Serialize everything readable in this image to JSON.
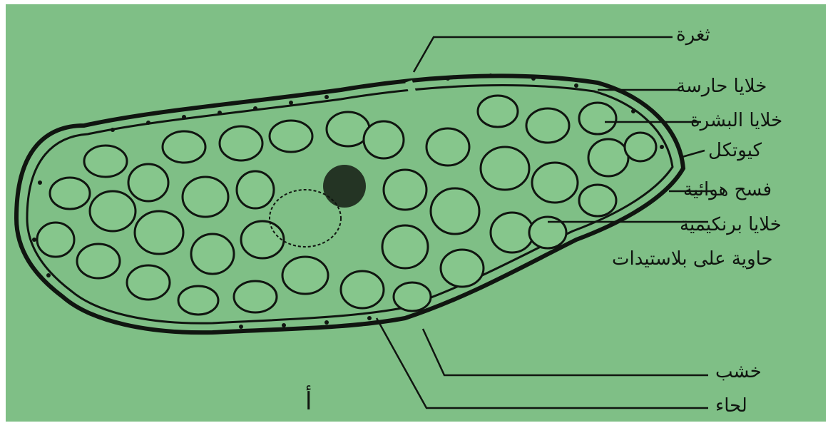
{
  "figure": {
    "letter": "أ",
    "labels": {
      "stoma": "ثغرة",
      "guard_cells": "خلايا حارسة",
      "epidermis_cells": "خلايا البشرة",
      "cuticle": "كيوتكل",
      "air_space": "فسح هوائية",
      "parenchyma_1": "خلايا برنكيمية",
      "parenchyma_2": "حاوية على بلاستيدات",
      "xylem": "خشب",
      "phloem": "لحاء"
    }
  },
  "colors": {
    "background": "#7fbf86",
    "ink": "#101510",
    "cell_fill": "#86c68c"
  }
}
